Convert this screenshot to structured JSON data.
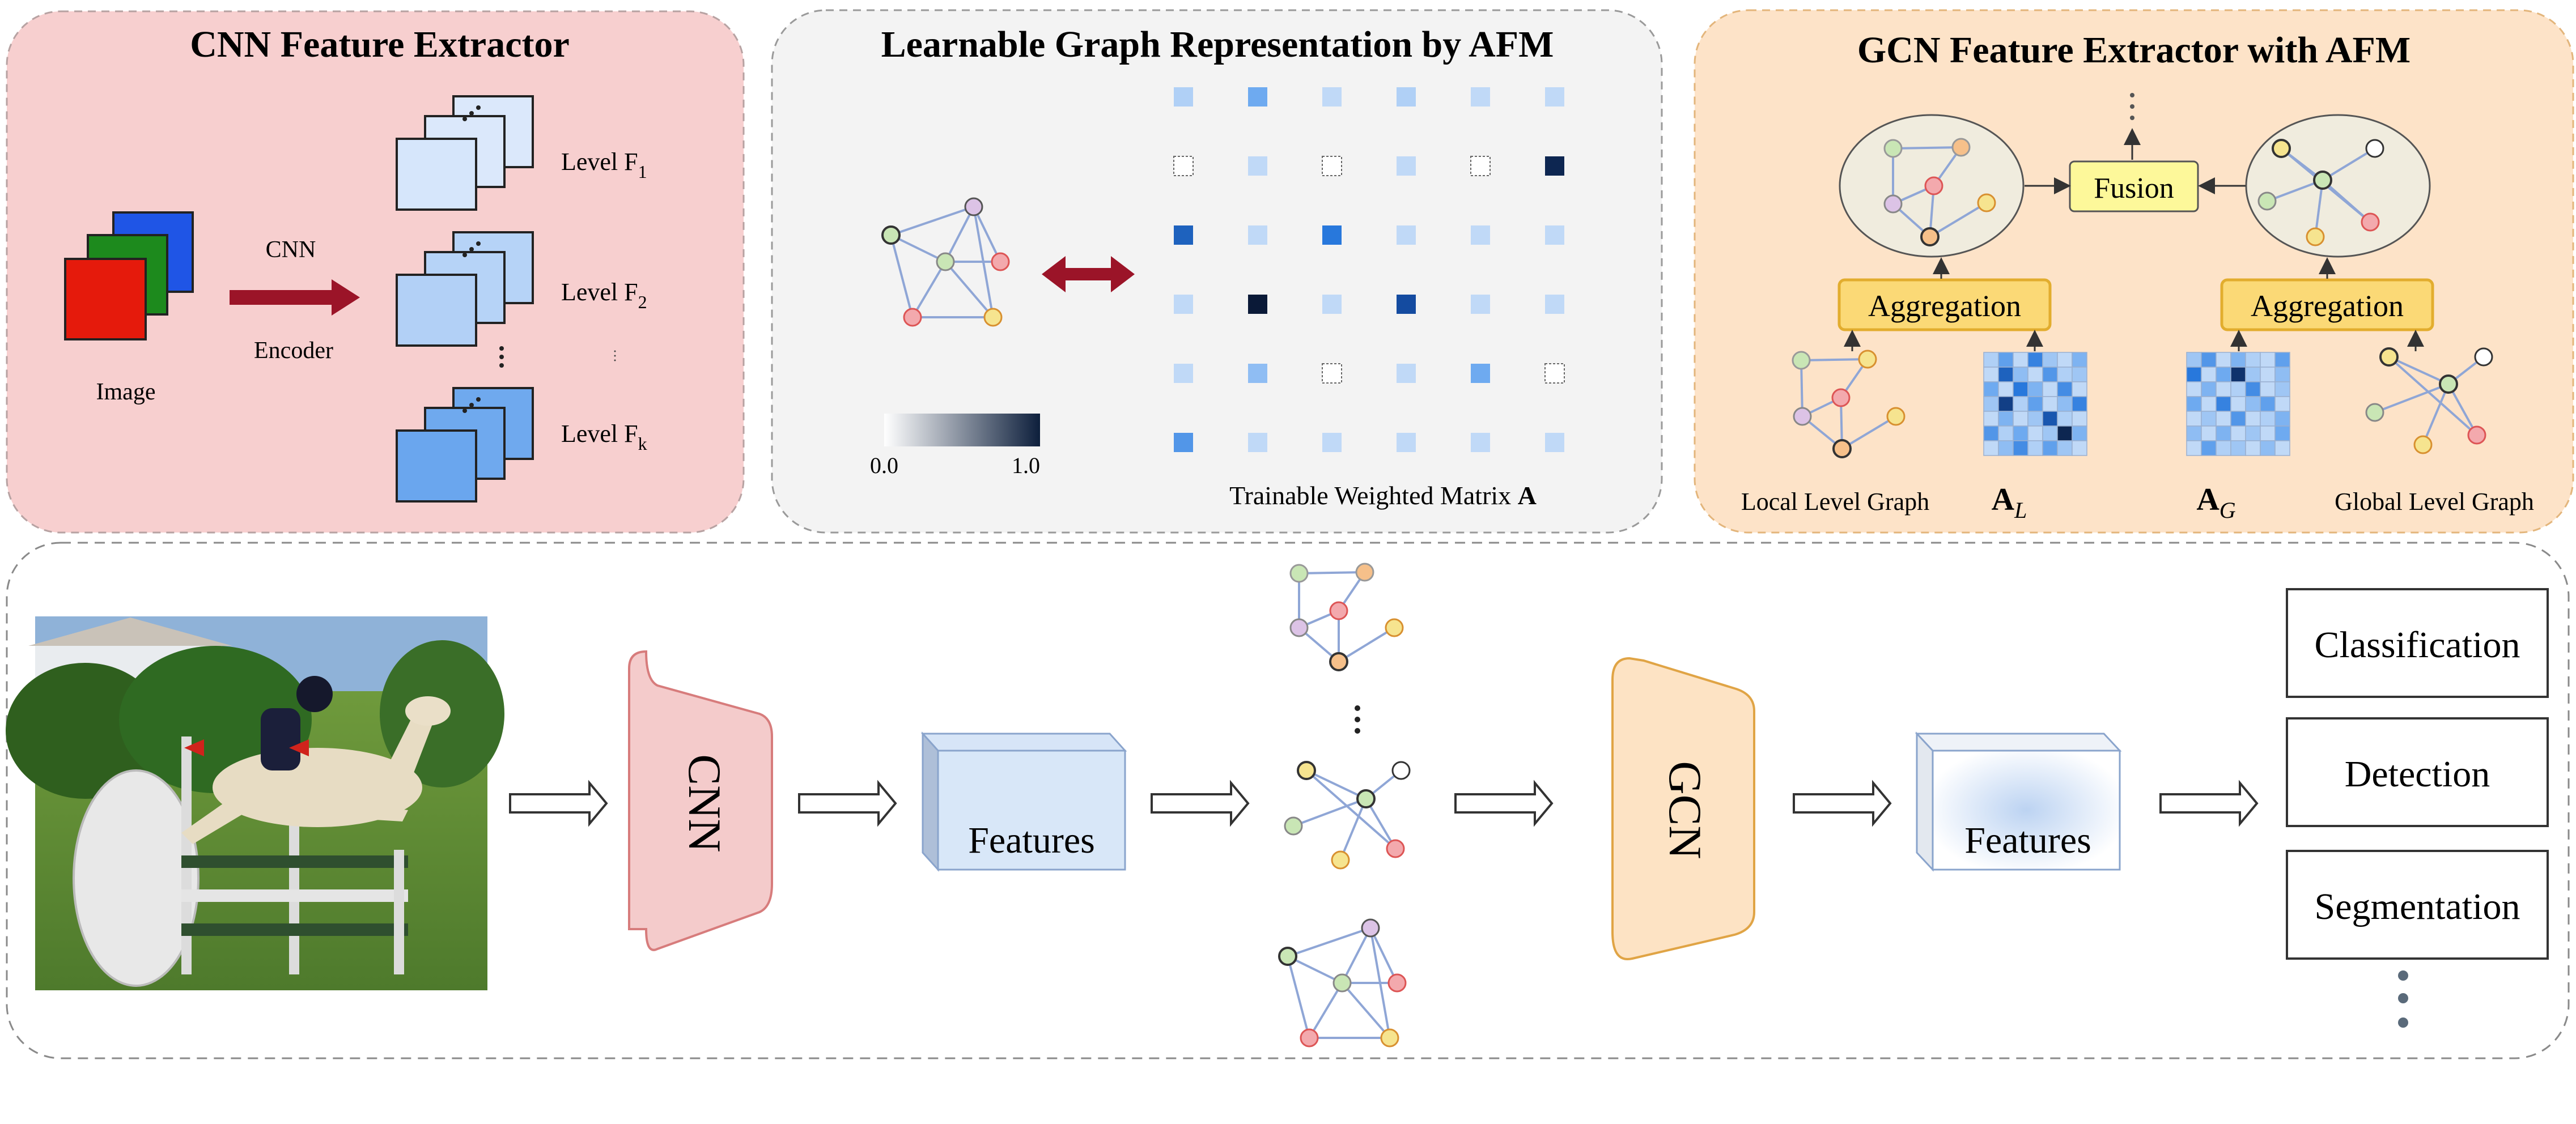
{
  "panels": {
    "cnn": {
      "title": "CNN Feature Extractor",
      "image_label": "Image",
      "arrow_top": "CNN",
      "arrow_bottom": "Encoder",
      "levels": [
        {
          "base": "Level F",
          "sub": "1"
        },
        {
          "base": "Level F",
          "sub": "2"
        },
        {
          "base": "Level F",
          "sub": "k"
        }
      ]
    },
    "afm": {
      "title": "Learnable Graph Representation by AFM",
      "colorbar_min": "0.0",
      "colorbar_max": "1.0",
      "matrix_caption": "Trainable Weighted Matrix ",
      "matrix_symbol": "A",
      "matrix_cells": [
        [
          0.15,
          0.35,
          0.1,
          0.15,
          0.1,
          0.1
        ],
        [
          -1,
          0.1,
          -1,
          0.1,
          -1,
          0.95
        ],
        [
          0.7,
          0.1,
          0.6,
          0.1,
          0.1,
          0.1
        ],
        [
          0.1,
          1.0,
          0.1,
          0.8,
          0.1,
          0.1
        ],
        [
          0.1,
          0.25,
          -1,
          0.1,
          0.35,
          -1
        ],
        [
          0.45,
          0.1,
          0.1,
          0.1,
          0.1,
          0.1
        ]
      ]
    },
    "gcn": {
      "title": "GCN Feature Extractor with AFM",
      "fusion": "Fusion",
      "aggregation_left": "Aggregation",
      "aggregation_right": "Aggregation",
      "local_caption": "Local Level Graph",
      "global_caption": "Global Level Graph",
      "al_base": "A",
      "al_sub": "L",
      "ag_base": "A",
      "ag_sub": "G"
    }
  },
  "pipeline": {
    "cnn_block": "CNN",
    "features_1": "Features",
    "gcn_block": "GCN",
    "features_2": "Features",
    "outputs": [
      "Classification",
      "Detection",
      "Segmentation"
    ]
  },
  "colors": {
    "cnn_panel": "#f7cfcf",
    "afm_panel": "#f3f3f3",
    "gcn_panel": "#fde3c8",
    "dark_red_arrow": "#9b1428",
    "node_green": "#c9e6b5",
    "node_pink": "#f3a9ad",
    "node_yellow": "#f6e48f",
    "node_purple": "#dcc3e6",
    "node_orange": "#f6c08a",
    "edge_blue": "#8fa6d6"
  }
}
